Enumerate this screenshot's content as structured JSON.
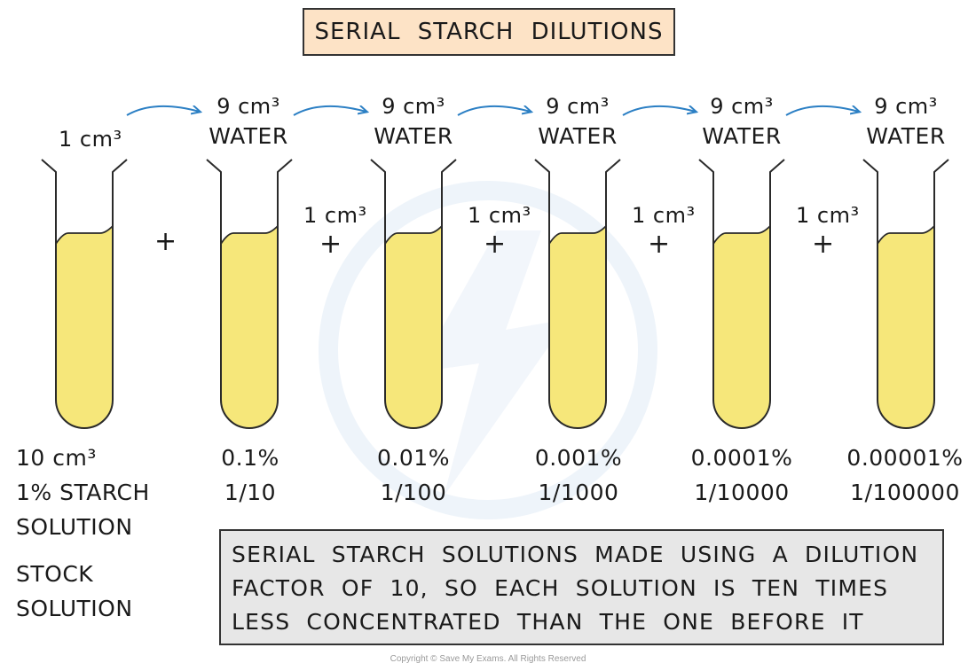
{
  "title": "SERIAL STARCH DILUTIONS",
  "stock_tube": {
    "top_label": "1 cm³",
    "volume": "10 cm³",
    "name_lines": [
      "1% STARCH",
      "SOLUTION"
    ],
    "stock_lines": [
      "STOCK",
      "SOLUTION"
    ]
  },
  "water_label": {
    "volume": "9 cm³",
    "name": "WATER"
  },
  "transfer_label": "1 cm³",
  "plus": "+",
  "dilutions": [
    {
      "percent": "0.1%",
      "fraction": "1/10"
    },
    {
      "percent": "0.01%",
      "fraction": "1/100"
    },
    {
      "percent": "0.001%",
      "fraction": "1/1000"
    },
    {
      "percent": "0.0001%",
      "fraction": "1/10000"
    },
    {
      "percent": "0.00001%",
      "fraction": "1/100000"
    }
  ],
  "note_lines": [
    "SERIAL STARCH SOLUTIONS MADE USING A DILUTION",
    "FACTOR OF 10, SO EACH SOLUTION IS TEN TIMES",
    "LESS CONCENTRATED THAN THE ONE BEFORE IT"
  ],
  "copyright": "Copyright © Save My Exams. All Rights Reserved",
  "colors": {
    "solution": "#f6e77a",
    "arrow": "#2b7fc4",
    "title_bg": "#fde3c6",
    "note_bg": "#e7e7e7",
    "watermark": "#e8f0f8"
  }
}
